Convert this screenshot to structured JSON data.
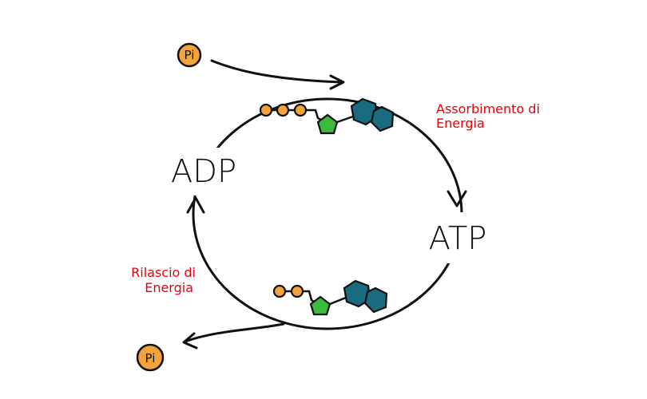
{
  "diagram": {
    "adp_label": "ADP",
    "atp_label": "ATP",
    "absorb_line1": "Assorbimento di",
    "absorb_line2": "Energia",
    "release_line1": "Rilascio di",
    "release_line2": "Energia",
    "phosphate_top": "Pi",
    "phosphate_bottom": "Pi"
  },
  "colors": {
    "phosphate": "#f2a33a",
    "ribose": "#3bbb3b",
    "adenine": "#1b6b80",
    "label_red": "#e8000b",
    "stroke": "#111111"
  }
}
